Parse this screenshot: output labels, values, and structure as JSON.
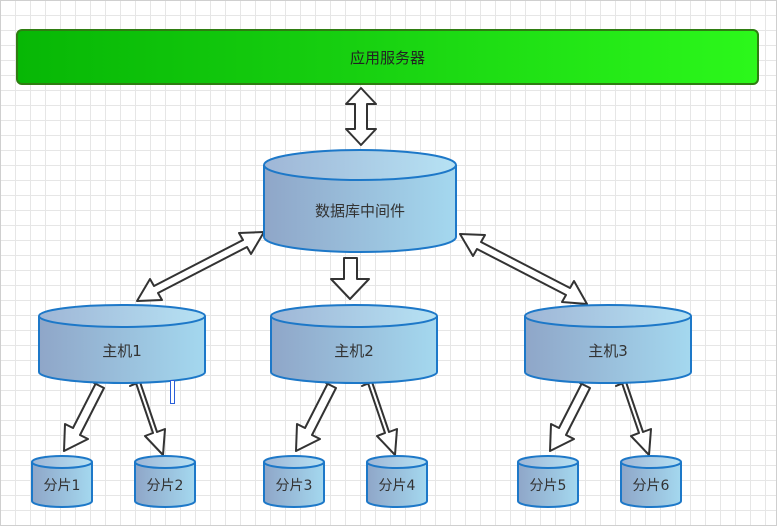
{
  "diagram": {
    "app_server": "应用服务器",
    "middleware": "数据库中间件",
    "hosts": [
      "主机1",
      "主机2",
      "主机3"
    ],
    "shards": [
      "分片1",
      "分片2",
      "分片3",
      "分片4",
      "分片5",
      "分片6"
    ]
  },
  "colors": {
    "app_server_fill_start": "#07b705",
    "app_server_fill_end": "#2cf81b",
    "cylinder_fill_start": "#8fa6c8",
    "cylinder_fill_end": "#a4d8ef",
    "cylinder_stroke": "#1d78c8",
    "arrow_stroke": "#333333"
  }
}
